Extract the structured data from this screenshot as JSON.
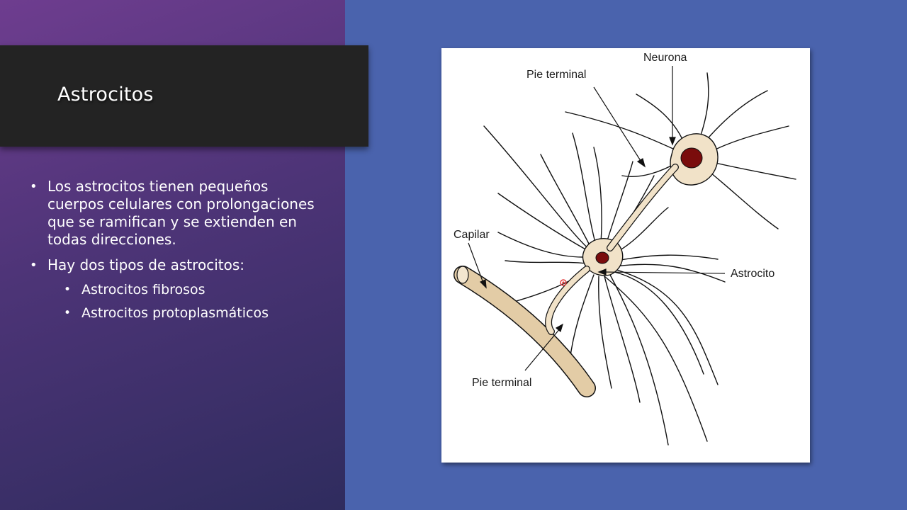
{
  "slide": {
    "title": "Astrocitos",
    "bullets": [
      "Los astrocitos tienen pequeños cuerpos celulares con prolongaciones que se ramifican y se extienden en todas direcciones.",
      "Hay dos tipos de astrocitos:"
    ],
    "sub_bullets": [
      "Astrocitos fibrosos",
      "Astrocitos protoplasmáticos"
    ]
  },
  "figure": {
    "labels": {
      "neurona": "Neurona",
      "pie_terminal_top": "Pie terminal",
      "capilar": "Capilar",
      "astrocito": "Astrocito",
      "pie_terminal_bottom": "Pie terminal"
    }
  },
  "colors": {
    "title_bar": "#232323",
    "right_background": "#4a63ad",
    "cell_fill": "#f1e2c8",
    "nucleus": "#7a0c0c",
    "capillary": "#e3cca6"
  }
}
